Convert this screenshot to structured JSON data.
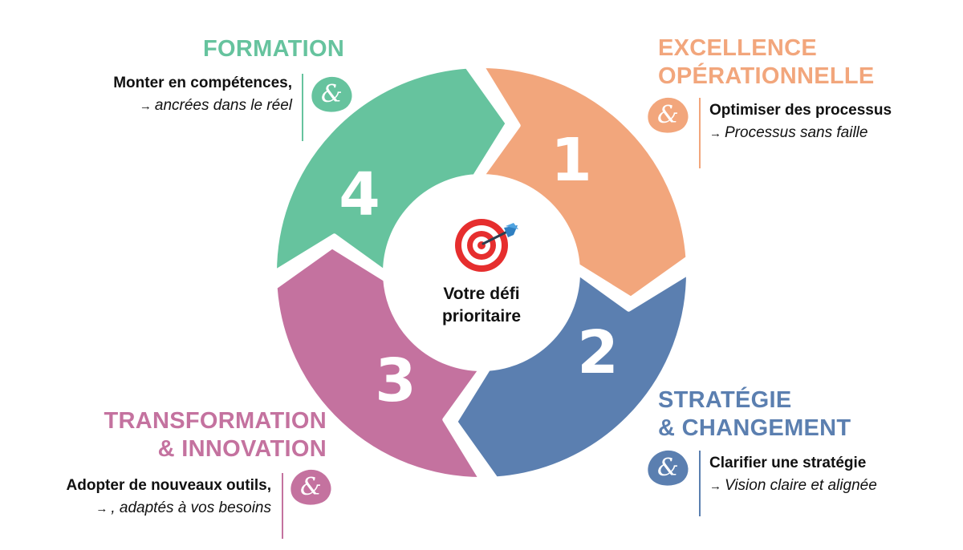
{
  "center": {
    "line1": "Votre défi",
    "line2": "prioritaire",
    "icon": "target-dart-icon"
  },
  "segments": [
    {
      "number": "1",
      "color": "#F2A67C",
      "title_lines": [
        "EXCELLENCE",
        "OPÉRATIONNELLE"
      ],
      "heading": "Optimiser des processus",
      "subtext": "Processus sans faille"
    },
    {
      "number": "2",
      "color": "#5B7FB0",
      "title_lines": [
        "STRATÉGIE",
        "& CHANGEMENT"
      ],
      "heading": "Clarifier une stratégie",
      "subtext": "Vision claire et alignée"
    },
    {
      "number": "3",
      "color": "#C4729F",
      "title_lines": [
        "TRANSFORMATION",
        "& INNOVATION"
      ],
      "heading": "Adopter de nouveaux outils,",
      "subtext": ", adaptés à vos besoins"
    },
    {
      "number": "4",
      "color": "#66C39E",
      "title_lines": [
        "FORMATION"
      ],
      "heading": "Monter en compétences,",
      "subtext": "ancrées dans le réel"
    }
  ],
  "arrow_glyph": "→",
  "badge_glyph": "&",
  "badge_icon": "ampersand-badge-icon"
}
